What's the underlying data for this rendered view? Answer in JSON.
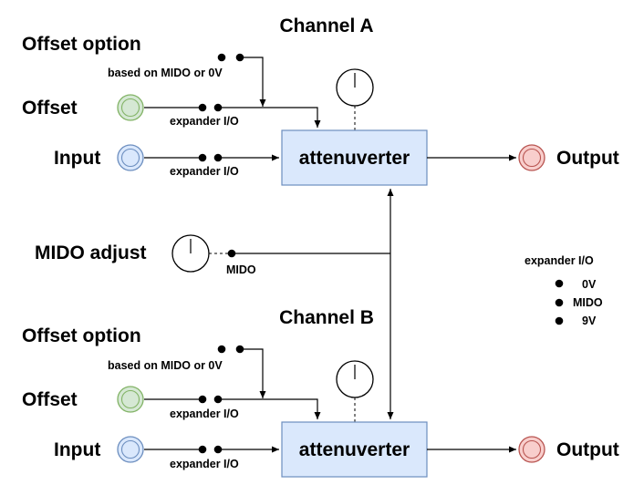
{
  "channel_a": {
    "title": "Channel A",
    "offset_option_label": "Offset option",
    "offset_option_note": "based on MIDO or 0V",
    "offset_label": "Offset",
    "input_label": "Input",
    "output_label": "Output",
    "expander_offset_label": "expander I/O",
    "expander_input_label": "expander I/O",
    "block_label": "attenuverter"
  },
  "channel_b": {
    "title": "Channel B",
    "offset_option_label": "Offset option",
    "offset_option_note": "based on MIDO or 0V",
    "offset_label": "Offset",
    "input_label": "Input",
    "output_label": "Output",
    "expander_offset_label": "expander I/O",
    "expander_input_label": "expander I/O",
    "block_label": "attenuverter"
  },
  "mido": {
    "adjust_label": "MIDO adjust",
    "point_label": "MIDO"
  },
  "legend": {
    "title": "expander I/O",
    "items": [
      "0V",
      "MIDO",
      "9V"
    ]
  },
  "colors": {
    "offset_jack_fill": "#d5e8d4",
    "offset_jack_stroke": "#82b366",
    "input_jack_fill": "#dae8fc",
    "input_jack_stroke": "#6c8ebf",
    "output_jack_fill": "#f8cecc",
    "output_jack_stroke": "#b85450",
    "block_fill": "#dae8fc",
    "block_stroke": "#6c8ebf"
  }
}
